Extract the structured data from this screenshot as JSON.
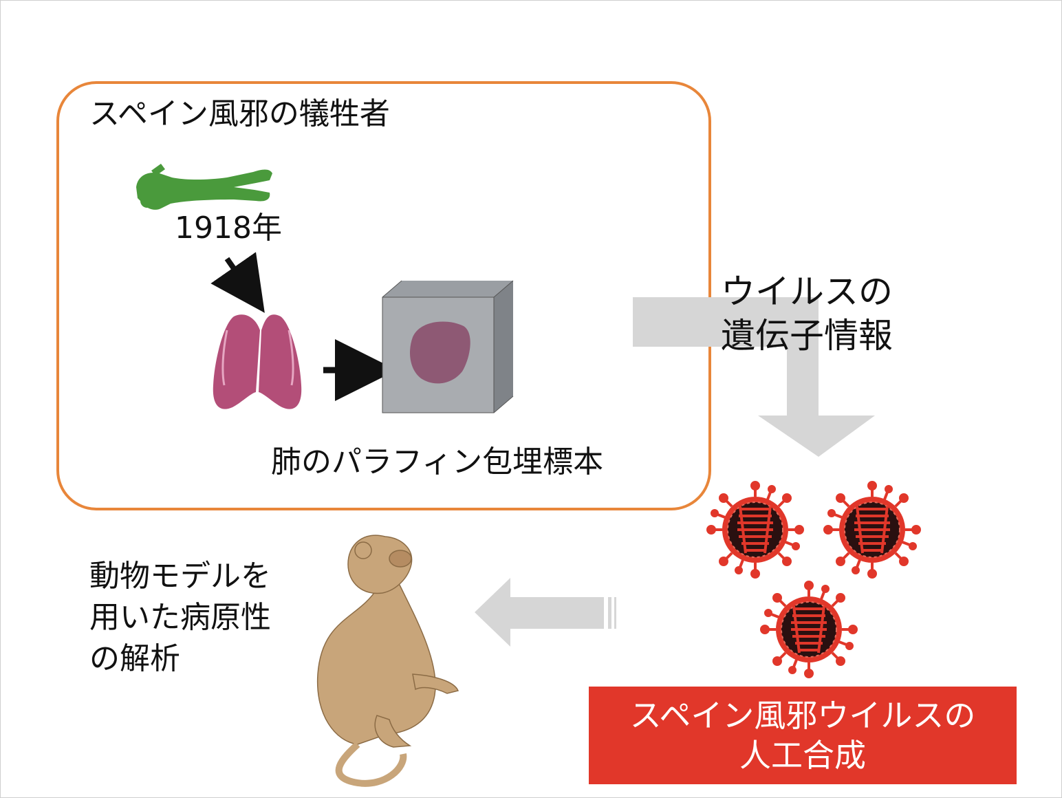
{
  "victims_box": {
    "title": "スペイン風邪の犠牲者",
    "year": "1918年",
    "specimen_label": "肺のパラフィン包埋標本",
    "border_color": "#e8863a"
  },
  "genetic_info": {
    "line1": "ウイルスの",
    "line2": "遺伝子情報"
  },
  "synthesis": {
    "line1": "スペイン風邪ウイルスの",
    "line2": "人工合成",
    "color": "#e1372a"
  },
  "analysis": {
    "line1": "動物モデルを",
    "line2": "用いた病原性",
    "line3": "の解析"
  },
  "colors": {
    "victim": "#4a9a3c",
    "lung": "#b34e78",
    "arrow_gray": "#d6d6d6",
    "virus": "#e1372a",
    "monkey": "#c8a57a"
  },
  "icons": [
    "human-silhouette-icon",
    "lungs-icon",
    "paraffin-block-icon",
    "virus-icon",
    "monkey-icon"
  ]
}
